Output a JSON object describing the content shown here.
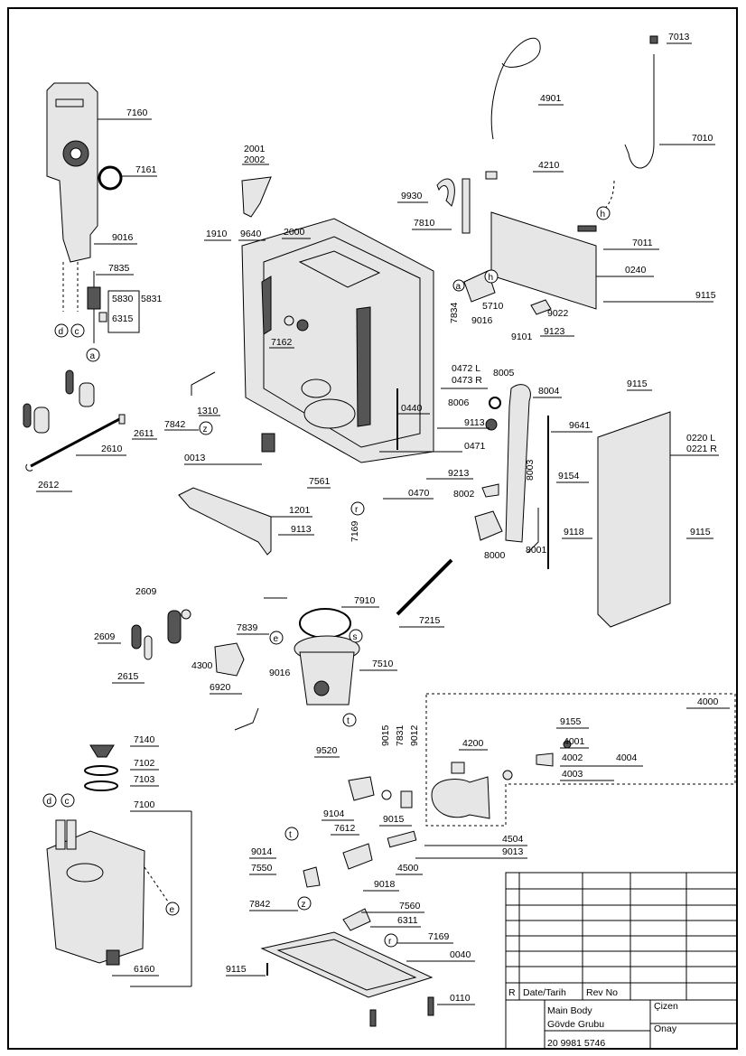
{
  "labels": {
    "7160": "7160",
    "7161": "7161",
    "9016a": "9016",
    "7835": "7835",
    "5830": "5830",
    "5831": "5831",
    "6315": "6315",
    "2001": "2001",
    "2002": "2002",
    "1910": "1910",
    "9640": "9640",
    "2000": "2000",
    "7162": "7162",
    "1310": "1310",
    "7842a": "7842",
    "0013": "0013",
    "2611": "2611",
    "2610": "2610",
    "2612": "2612",
    "1201": "1201",
    "9113a": "9113",
    "7561": "7561",
    "7169a": "7169",
    "0470": "0470",
    "0440": "0440",
    "0471": "0471",
    "9213": "9213",
    "9113b": "9113",
    "0472L": "0472 L",
    "0473R": "0473 R",
    "8005": "8005",
    "8006": "8006",
    "8004": "8004",
    "8003": "8003",
    "8002": "8002",
    "8000": "8000",
    "8001": "8001",
    "9641": "9641",
    "9115a": "9115",
    "0220L": "0220 L",
    "0221R": "0221 R",
    "9154": "9154",
    "9118": "9118",
    "9115b": "9115",
    "4901": "4901",
    "4210": "4210",
    "9930": "9930",
    "7810": "7810",
    "7013": "7013",
    "7010": "7010",
    "7011": "7011",
    "0240": "0240",
    "9115c": "9115",
    "7834": "7834",
    "5710": "5710",
    "9016b": "9016",
    "9022": "9022",
    "9101": "9101",
    "9123": "9123",
    "2609a": "2609",
    "2609b": "2609",
    "2615": "2615",
    "7839": "7839",
    "4300": "4300",
    "9016c": "9016",
    "6920": "6920",
    "7910": "7910",
    "7215": "7215",
    "7510": "7510",
    "4000": "4000",
    "9155": "9155",
    "4001": "4001",
    "4002": "4002",
    "4004": "4004",
    "4003": "4003",
    "4200": "4200",
    "9015a": "9015",
    "7831": "7831",
    "9012": "9012",
    "9520": "9520",
    "9104": "9104",
    "7612": "7612",
    "9015b": "9015",
    "4504": "4504",
    "9013": "9013",
    "4500": "4500",
    "9018": "9018",
    "9014": "9014",
    "7550": "7550",
    "7140": "7140",
    "7102": "7102",
    "7103": "7103",
    "7100": "7100",
    "6160": "6160",
    "7842b": "7842",
    "7560": "7560",
    "6311": "6311",
    "7169b": "7169",
    "0040": "0040",
    "9115d": "9115",
    "0110": "0110"
  },
  "circles": {
    "d1": "d",
    "c1": "c",
    "a1": "a",
    "z1": "z",
    "r1": "r",
    "h1": "h",
    "h2": "h",
    "a2": "a",
    "e1": "e",
    "s1": "s",
    "t1": "t",
    "d2": "d",
    "c2": "c",
    "e2": "e",
    "t2": "t",
    "z2": "z",
    "r2": "r"
  },
  "title_block": {
    "rev_mark": "R",
    "date_label": "Date/Tarih",
    "rev_label": "Rev No",
    "title_en": "Main Body",
    "title_tr": "Gövde Grubu",
    "drawn_label": "Çizen",
    "approved_label": "Onay",
    "part_number": "20 9981 5746"
  }
}
